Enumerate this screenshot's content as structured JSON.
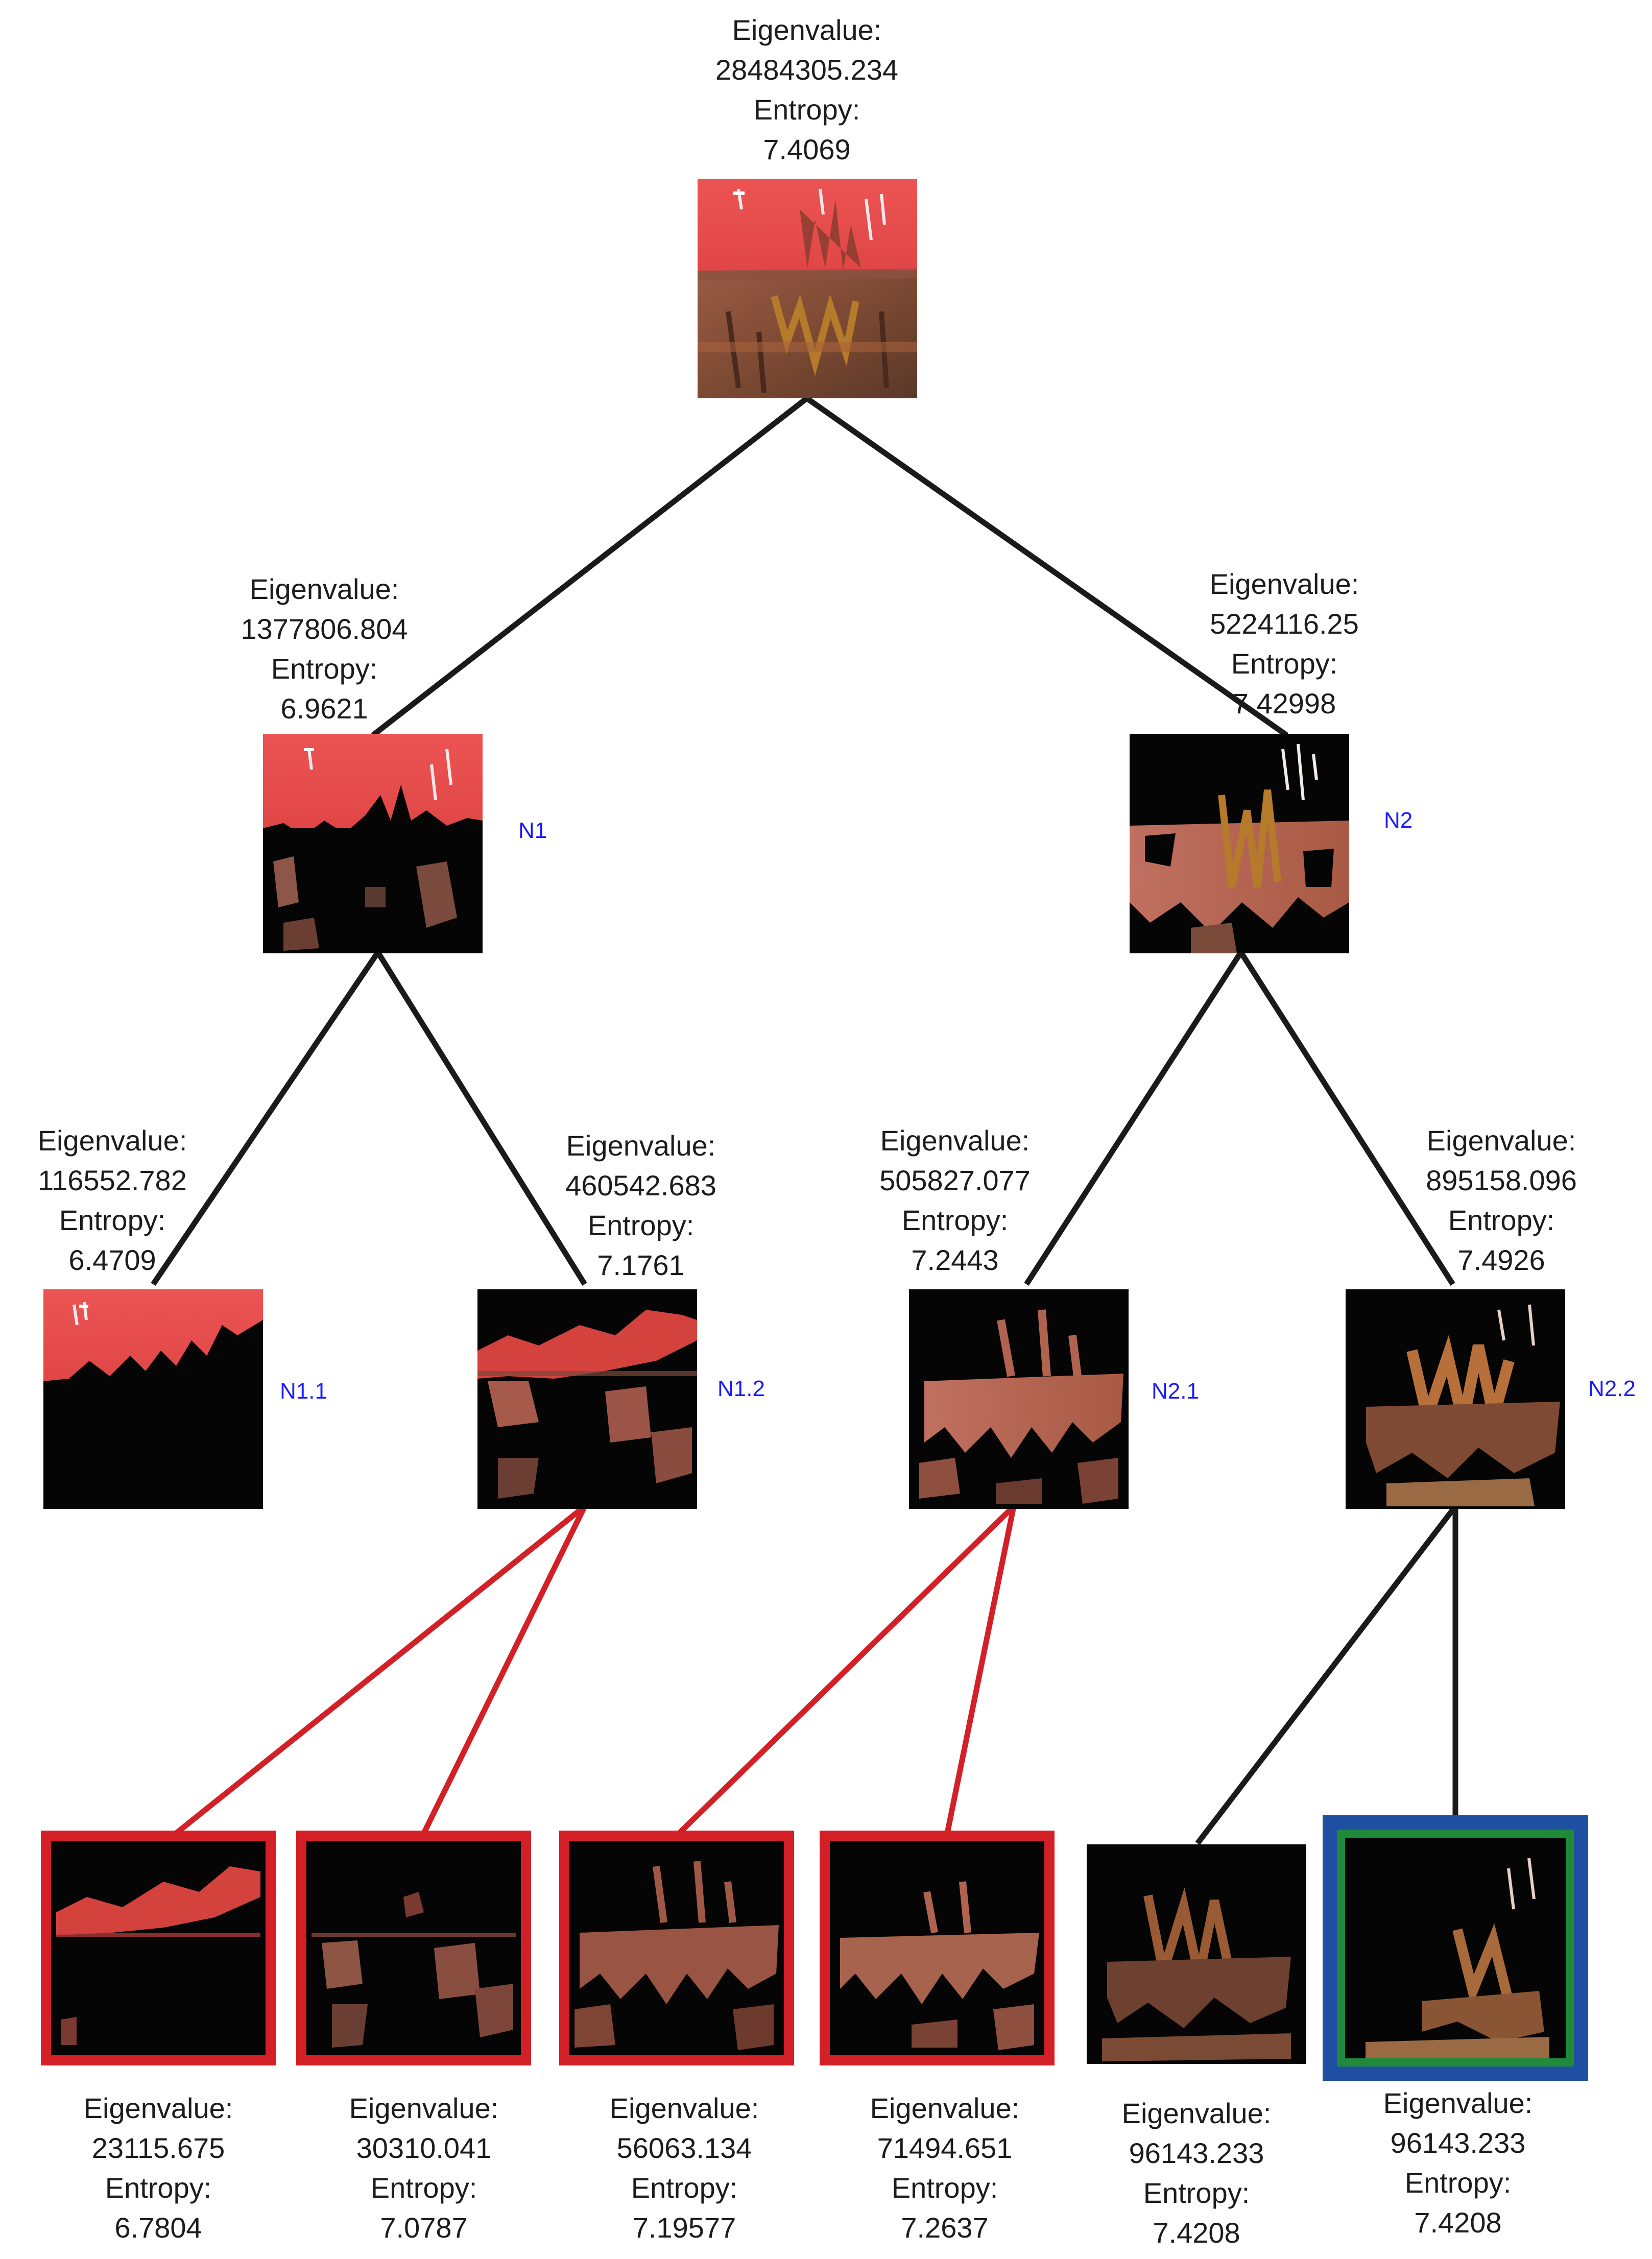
{
  "labels": {
    "eigenvalue": "Eigenvalue:",
    "entropy": "Entropy:"
  },
  "colors": {
    "edge_default": "#1a1a1a",
    "edge_pruned": "#d32027",
    "frame_pruned": "#d32027",
    "frame_outer": "#1f4fa0",
    "frame_inner": "#1e8a3a",
    "node_label": "#1a1aff",
    "red_region": "#e04a4a",
    "rust_region": "#b5603a"
  },
  "nodes": {
    "root": {
      "eigenvalue": "28484305.234",
      "entropy": "7.4069"
    },
    "n1": {
      "label": "N1",
      "eigenvalue": "1377806.804",
      "entropy": "6.9621"
    },
    "n2": {
      "label": "N2",
      "eigenvalue": "5224116.25",
      "entropy": "7.42998"
    },
    "n11": {
      "label": "N1.1",
      "eigenvalue": "116552.782",
      "entropy": "6.4709"
    },
    "n12": {
      "label": "N1.2",
      "eigenvalue": "460542.683",
      "entropy": "7.1761"
    },
    "n21": {
      "label": "N2.1",
      "eigenvalue": "505827.077",
      "entropy": "7.2443"
    },
    "n22": {
      "label": "N2.2",
      "eigenvalue": "895158.096",
      "entropy": "7.4926"
    },
    "leaf1": {
      "eigenvalue": "23115.675",
      "entropy": "6.7804"
    },
    "leaf2": {
      "eigenvalue": "30310.041",
      "entropy": "7.0787"
    },
    "leaf3": {
      "eigenvalue": "56063.134",
      "entropy": "7.19577"
    },
    "leaf4": {
      "eigenvalue": "71494.651",
      "entropy": "7.2637"
    },
    "leaf5": {
      "eigenvalue": "96143.233",
      "entropy": "7.4208"
    },
    "leaf6": {
      "eigenvalue": "96143.233",
      "entropy": "7.4208"
    }
  },
  "edges": [
    {
      "from": "root",
      "to": "n1",
      "pruned": false
    },
    {
      "from": "root",
      "to": "n2",
      "pruned": false
    },
    {
      "from": "n1",
      "to": "n11",
      "pruned": false
    },
    {
      "from": "n1",
      "to": "n12",
      "pruned": false
    },
    {
      "from": "n2",
      "to": "n21",
      "pruned": false
    },
    {
      "from": "n2",
      "to": "n22",
      "pruned": false
    },
    {
      "from": "n12",
      "to": "leaf1",
      "pruned": true
    },
    {
      "from": "n12",
      "to": "leaf2",
      "pruned": true
    },
    {
      "from": "n21",
      "to": "leaf3",
      "pruned": true
    },
    {
      "from": "n21",
      "to": "leaf4",
      "pruned": true
    },
    {
      "from": "n22",
      "to": "leaf5",
      "pruned": false
    },
    {
      "from": "n22",
      "to": "leaf6",
      "pruned": false
    }
  ],
  "selected_node": "leaf6"
}
